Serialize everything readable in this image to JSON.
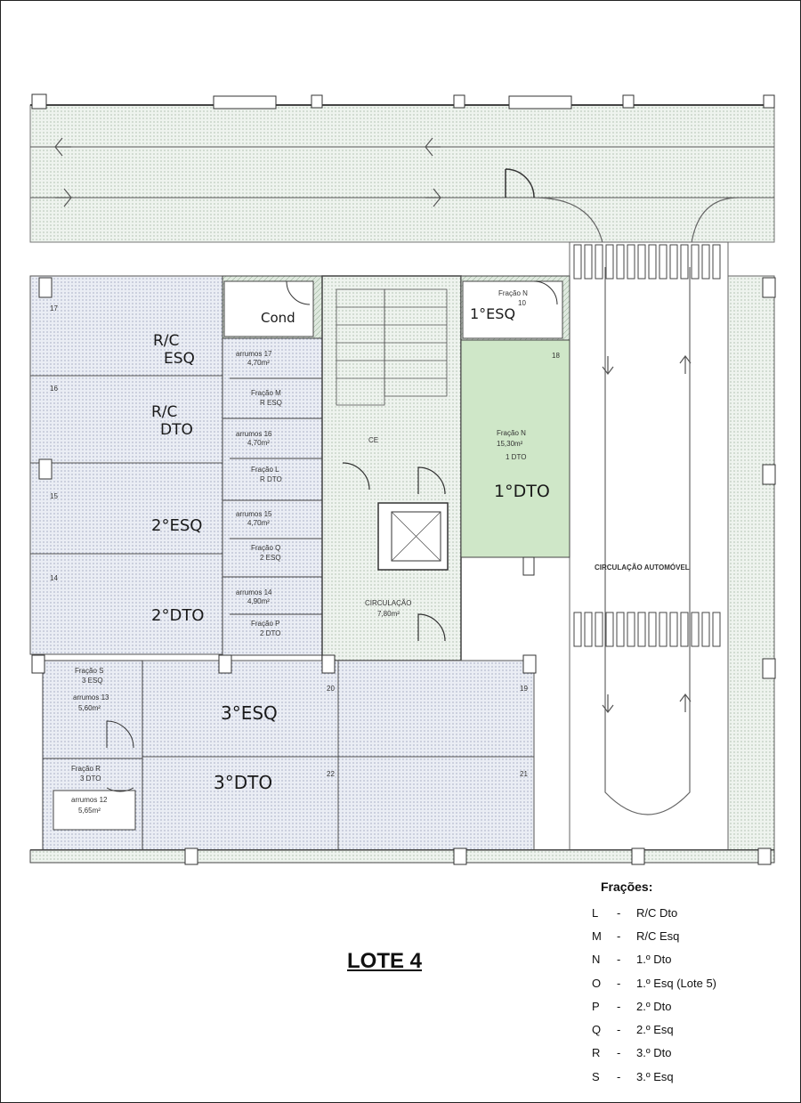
{
  "plan": {
    "handwritten": {
      "cond": "Cond",
      "first_esq": "1°ESQ",
      "rc_esq_1": "R/C",
      "rc_esq_2": "ESQ",
      "rc_dto_1": "R/C",
      "rc_dto_2": "DTO",
      "second_esq": "2°ESQ",
      "second_dto": "2°DTO",
      "first_dto": "1°DTO",
      "third_esq": "3°ESQ",
      "third_dto": "3°DTO"
    },
    "labels": {
      "fracao_o": "Fração N",
      "fracao_o_code": "10",
      "fracao_m": "Fração M",
      "fracao_m_sub": "R ESQ",
      "fracao_l": "Fração L",
      "fracao_l_sub": "R DTO",
      "fracao_q": "Fração Q",
      "fracao_q_sub": "2 ESQ",
      "fracao_p": "Fração P",
      "fracao_p_sub": "2 DTO",
      "fracao_n": "Fração N",
      "fracao_n_area": "15,30m²",
      "fracao_n_sub": "1 DTO",
      "fracao_s": "Fração S",
      "fracao_s_sub": "3 ESQ",
      "fracao_r": "Fração R",
      "fracao_r_sub": "3 DTO",
      "arrumos_17": "arrumos 17",
      "arrumos_17_area": "4,70m²",
      "arrumos_16": "arrumos 16",
      "arrumos_16_area": "4,70m²",
      "arrumos_15": "arrumos 15",
      "arrumos_15_area": "4,70m²",
      "arrumos_14": "arrumos 14",
      "arrumos_14_area": "4,90m²",
      "arrumos_13": "arrumos 13",
      "arrumos_13_area": "5,60m²",
      "arrumos_12": "arrumos 12",
      "arrumos_12_area": "5,65m²",
      "circulacao": "CIRCULAÇÃO",
      "circulacao_area": "7,80m²",
      "circulacao_auto": "CIRCULAÇÃO AUTOMÓVEL",
      "ce": "CE",
      "n17": "17",
      "n16": "16",
      "n15": "15",
      "n14": "14",
      "n18": "18",
      "n19": "19",
      "n20": "20",
      "n21": "21",
      "n22": "22"
    }
  },
  "lote": "LOTE 4",
  "legend": {
    "title": "Frações:",
    "rows": [
      {
        "code": "L",
        "sep": "-",
        "desc": "R/C Dto"
      },
      {
        "code": "M",
        "sep": "-",
        "desc": "R/C Esq"
      },
      {
        "code": "N",
        "sep": "-",
        "desc": "1.º Dto"
      },
      {
        "code": "O",
        "sep": "-",
        "desc": "1.º Esq (Lote 5)"
      },
      {
        "code": "P",
        "sep": "-",
        "desc": "2.º Dto"
      },
      {
        "code": "Q",
        "sep": "-",
        "desc": "2.º Esq"
      },
      {
        "code": "R",
        "sep": "-",
        "desc": "3.º Dto"
      },
      {
        "code": "S",
        "sep": "-",
        "desc": "3.º Esq"
      }
    ]
  }
}
